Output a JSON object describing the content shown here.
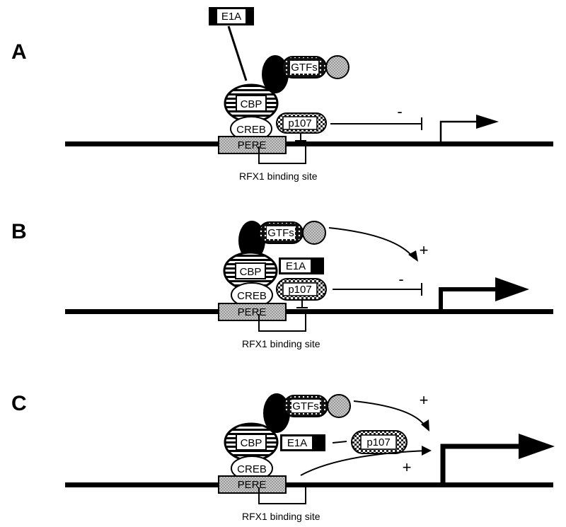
{
  "panels": [
    {
      "letter": "A",
      "e1a": "E1A",
      "gtfs": "GTFs",
      "cbp": "CBP",
      "creb": "CREB",
      "p107": "p107",
      "pere": "PERE",
      "rfx1": "RFX1 binding site",
      "minus": "-"
    },
    {
      "letter": "B",
      "e1a": "E1A",
      "gtfs": "GTFs",
      "cbp": "CBP",
      "creb": "CREB",
      "p107": "p107",
      "pere": "PERE",
      "rfx1": "RFX1 binding site",
      "plus": "+",
      "minus": "-"
    },
    {
      "letter": "C",
      "e1a": "E1A",
      "gtfs": "GTFs",
      "cbp": "CBP",
      "creb": "CREB",
      "p107": "p107",
      "pere": "PERE",
      "rfx1": "RFX1 binding site",
      "plus_top": "+",
      "plus_bottom": "+"
    }
  ]
}
